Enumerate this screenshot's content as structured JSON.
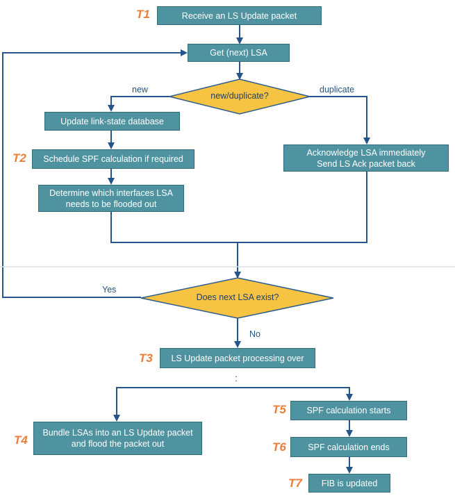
{
  "nodes": {
    "receive": "Receive an LS Update packet",
    "get_lsa": "Get (next) LSA",
    "decision1": "new/duplicate?",
    "update_db": "Update link-state database",
    "schedule_spf": "Schedule SPF calculation if required",
    "determine_line1": "Determine which interfaces LSA",
    "determine_line2": "needs to be flooded out",
    "ack_line1": "Acknowledge LSA immediately",
    "ack_line2": "Send LS Ack packet back",
    "decision2": "Does next LSA exist?",
    "processing_over": "LS Update packet processing over",
    "bundle_line1": "Bundle LSAs into an LS Update packet",
    "bundle_line2": "and flood the packet out",
    "spf_starts": "SPF calculation starts",
    "spf_ends": "SPF calculation ends",
    "fib_updated": "FIB is updated"
  },
  "edge_labels": {
    "new": "new",
    "duplicate": "duplicate",
    "yes": "Yes",
    "no": "No",
    "dots": ":"
  },
  "timestamps": {
    "t1": "T1",
    "t2": "T2",
    "t3": "T3",
    "t4": "T4",
    "t5": "T5",
    "t6": "T6",
    "t7": "T7"
  },
  "colors": {
    "box_fill": "#4f93a0",
    "diamond_fill": "#f6c342",
    "arrow": "#24548a",
    "t_label": "#ea7d3a"
  }
}
